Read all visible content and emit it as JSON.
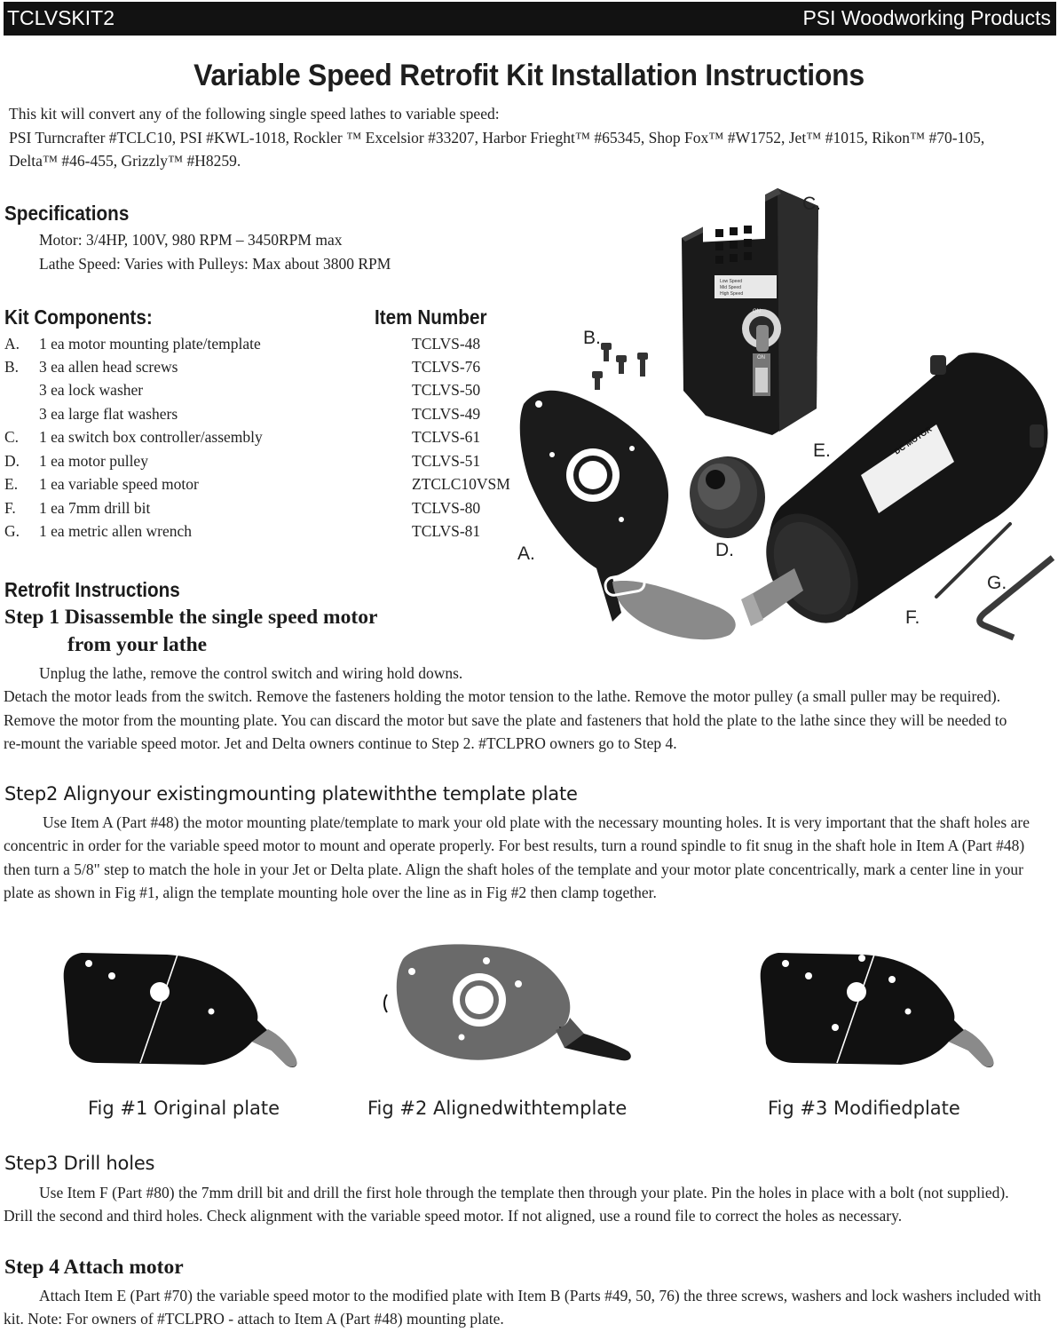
{
  "header": {
    "code": "TCLVSKIT2",
    "brand": "PSI Woodworking Products"
  },
  "title": "Variable Speed Retrofit Kit Installation Instructions",
  "intro": {
    "line1": "This kit will convert any of the following single speed lathes to variable speed:",
    "line2": "PSI Turncrafter #TCLC10, PSI #KWL-1018, Rockler ™ Excelsior #33207, Harbor Frieght™ #65345, Shop Fox™ #W1752, Jet™ #1015, Rikon™ #70-105,",
    "line3": "Delta™ #46-455, Grizzly™ #H8259."
  },
  "specifications": {
    "heading": "Specifications",
    "motor": "Motor: 3/4HP, 100V, 980 RPM – 3450RPM max",
    "lathe_speed": "Lathe Speed: Varies with Pulleys: Max about 3800 RPM"
  },
  "components": {
    "heading": "Kit Components:",
    "item_number_heading": "Item Number",
    "rows": [
      {
        "letter": "A.",
        "desc": "1 ea motor mounting plate/template",
        "num": "TCLVS-48"
      },
      {
        "letter": "B.",
        "desc": "3 ea allen head screws",
        "num": "TCLVS-76"
      },
      {
        "letter": "",
        "desc": "3 ea lock washer",
        "num": "TCLVS-50"
      },
      {
        "letter": "",
        "desc": "3 ea large flat washers",
        "num": "TCLVS-49"
      },
      {
        "letter": "C.",
        "desc": "1 ea switch box controller/assembly",
        "num": "TCLVS-61"
      },
      {
        "letter": "D.",
        "desc": "1 ea motor pulley",
        "num": "TCLVS-51"
      },
      {
        "letter": "E.",
        "desc": "1 ea variable speed motor",
        "num": "ZTCLC10VSM"
      },
      {
        "letter": "F.",
        "desc": "1 ea 7mm drill bit",
        "num": "TCLVS-80"
      },
      {
        "letter": "G.",
        "desc": "1 ea metric allen wrench",
        "num": "TCLVS-81"
      }
    ]
  },
  "photo_labels": {
    "a": "A.",
    "b": "B.",
    "c": "C.",
    "d": "D.",
    "e": "E.",
    "f": "F.",
    "g": "G.",
    "motor_label": "DC MOTOR",
    "switch_on": "ON",
    "switch_on_off": "ON",
    "speed_low": "Low Speed",
    "speed_mid": "Mid Speed",
    "speed_high": "High Speed"
  },
  "retrofit": {
    "heading": "Retrofit Instructions",
    "step1": {
      "title_line1": "Step 1 Disassemble the single speed motor",
      "title_line2": "from your lathe",
      "line1": "Unplug the lathe, remove the control switch and wiring hold downs.",
      "line2": "Detach the motor leads from the switch. Remove the fasteners holding the motor tension to the lathe. Remove the motor pulley (a small puller may be required).",
      "line3": "Remove the motor from the mounting plate. You can discard the motor but save the plate and fasteners that hold the plate to the lathe since they will be needed to",
      "line4": "re-mount the variable speed motor. Jet and Delta owners continue to Step 2. #TCLPRO owners go to Step 4."
    },
    "step2": {
      "title": "Step2 Alignyour existingmounting platewiththe template plate",
      "line1": "Use Item A (Part #48) the motor mounting plate/template to mark your old plate with the necessary mounting holes. It is very important that the shaft holes are",
      "line2": "concentric in order for the variable speed motor to mount and operate properly. For best results, turn a round spindle to fit snug in the shaft hole in Item A (Part #48)",
      "line3": "then turn a 5/8\" step to match the hole in your Jet or Delta plate. Align the shaft holes of the template and your motor plate concentrically, mark a center line in your",
      "line4": "plate as shown in Fig #1, align the template mounting hole over the line as in Fig #2 then clamp together."
    },
    "figures": {
      "fig1": "Fig #1 Original plate",
      "fig2": "Fig #2 Alignedwithtemplate",
      "fig3": "Fig #3 Modifiedplate"
    },
    "step3": {
      "title": "Step3 Drill  holes",
      "line1": "Use Item F (Part #80) the 7mm drill bit and drill the first hole through the template then through your plate. Pin the holes in place with a bolt (not supplied).",
      "line2": "Drill the second and third holes. Check alignment with the variable speed motor. If not aligned, use a round file to correct the holes as necessary."
    },
    "step4": {
      "title": "Step 4 Attach motor",
      "line1": "Attach Item E (Part #70) the variable speed motor to the modified plate with Item B (Parts #49, 50, 76) the three screws, washers and lock washers included with",
      "line2": "kit. Note: For owners of #TCLPRO - attach to Item A (Part #48) mounting plate."
    }
  }
}
